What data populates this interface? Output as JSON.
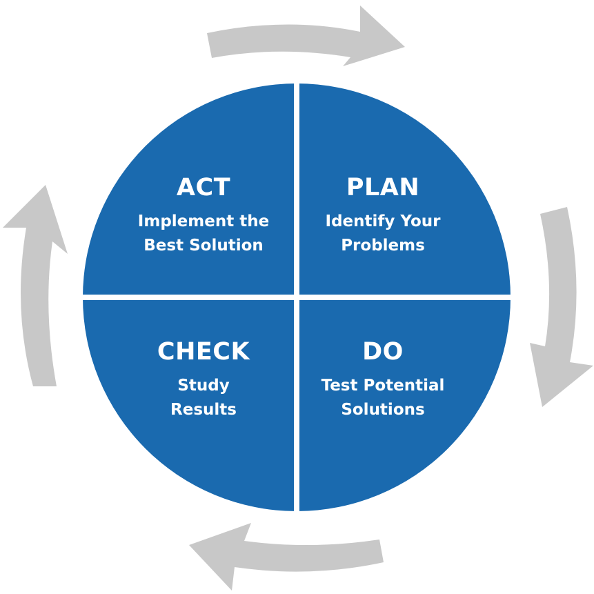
{
  "colors": {
    "quadrant_fill": "#1a6aaf",
    "divider": "#ffffff",
    "arrow": "#c8c8c8",
    "text": "#ffffff"
  },
  "quadrants": {
    "act": {
      "title": "ACT",
      "line1": "Implement the",
      "line2": "Best Solution"
    },
    "plan": {
      "title": "PLAN",
      "line1": "Identify Your",
      "line2": "Problems"
    },
    "check": {
      "title": "CHECK",
      "line1": "Study",
      "line2": "Results"
    },
    "do": {
      "title": "DO",
      "line1": "Test Potential",
      "line2": "Solutions"
    }
  },
  "arrows": {
    "icons": [
      "arrow-top-icon",
      "arrow-right-icon",
      "arrow-bottom-icon",
      "arrow-left-icon"
    ],
    "direction": "clockwise"
  }
}
